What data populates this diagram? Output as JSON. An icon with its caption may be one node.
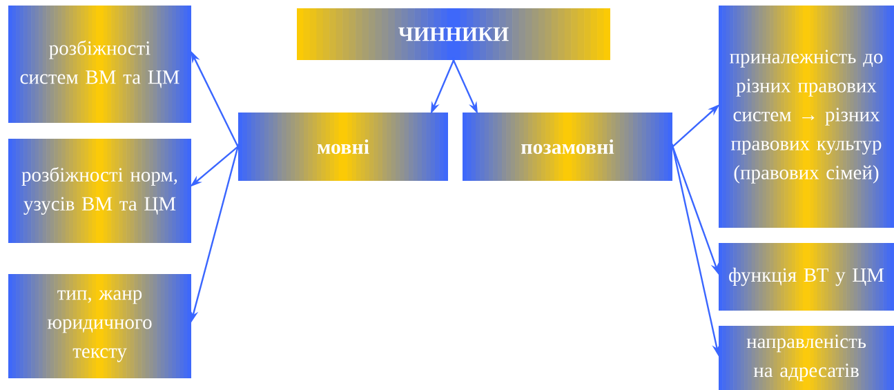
{
  "diagram": {
    "nodes": [
      {
        "text": [
          "ЧИННИКИ"
        ]
      },
      {
        "text": [
          "мовні"
        ]
      },
      {
        "text": [
          "позамовні"
        ]
      },
      {
        "text": [
          "розбіжності систем ВМ та ЦМ"
        ]
      },
      {
        "text": [
          "розбіжності норм, узусів ВМ та ЦМ"
        ]
      },
      {
        "text": [
          "тип, жанр юридичного тексту"
        ]
      },
      {
        "text": [
          "приналежність до різних правових систем → різних правових культур (правових сімей)"
        ]
      },
      {
        "text": [
          "функція ВТ у ЦМ"
        ]
      },
      {
        "text": [
          "направленість на адресатів"
        ]
      }
    ],
    "edges": [
      {
        "from": 0,
        "to": 1,
        "arrow": "to"
      },
      {
        "from": 0,
        "to": 2,
        "arrow": "to"
      },
      {
        "from": 1,
        "to": 3,
        "arrow": "to"
      },
      {
        "from": 1,
        "to": 4,
        "arrow": "to"
      },
      {
        "from": 1,
        "to": 5,
        "arrow": "to"
      },
      {
        "from": 2,
        "to": 6,
        "arrow": "to"
      },
      {
        "from": 2,
        "to": 7,
        "arrow": "to"
      },
      {
        "from": 2,
        "to": 8,
        "arrow": "to"
      }
    ]
  }
}
